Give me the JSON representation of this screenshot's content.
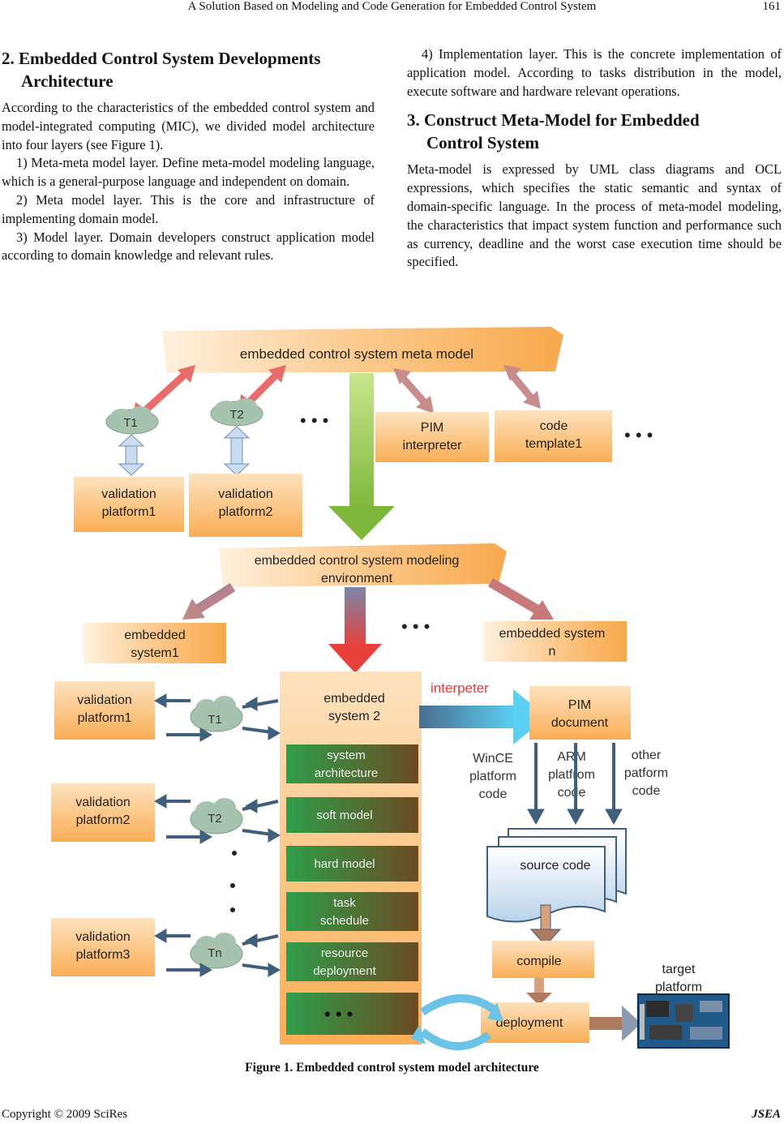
{
  "header": {
    "running_title": "A Solution Based on Modeling and Code Generation for Embedded Control System",
    "page_number": "161"
  },
  "left_column": {
    "heading_num": "2.",
    "heading_line1": "Embedded Control System Developments",
    "heading_line2": "Architecture",
    "para1": "According to the characteristics of the embedded control system and model-integrated computing (MIC), we divided model architecture into four layers (see Figure 1).",
    "item1": "1) Meta-meta model layer. Define meta-model modeling language, which is a general-purpose language and independent on domain.",
    "item2": "2) Meta model layer. This is the core and infrastructure of implementing domain model.",
    "item3": "3) Model layer. Domain developers construct application model according to domain knowledge and relevant rules."
  },
  "right_column": {
    "item4": "4) Implementation layer. This is the concrete implementation of application model. According to tasks distribution in the model, execute software and hardware relevant operations.",
    "heading_num": "3.",
    "heading_line1": "Construct Meta-Model for Embedded",
    "heading_line2": "Control System",
    "para": "Meta-model is expressed by UML class diagrams and OCL expressions, which specifies the static semantic and syntax of domain-specific language. In the process of meta-model modeling, the characteristics that impact system function and performance such as currency, deadline and the worst case execution time should be specified."
  },
  "figure": {
    "meta_model": "embedded control system meta model",
    "t1": "T1",
    "t2": "T2",
    "tn": "Tn",
    "dots": "• • •",
    "pim_interpreter_l1": "PIM",
    "pim_interpreter_l2": "interpreter",
    "code_template_l1": "code",
    "code_template_l2": "template1",
    "validation_top1_l1": "validation",
    "validation_top1_l2": "platform1",
    "validation_top2_l1": "validation",
    "validation_top2_l2": "platform2",
    "modeling_env_l1": "embedded control system modeling",
    "modeling_env_l2": "environment",
    "emb_sys1_l1": "embedded",
    "emb_sys1_l2": "system1",
    "emb_sysn_l1": "embedded system",
    "emb_sysn_l2": "n",
    "emb_sys2_l1": "embedded",
    "emb_sys2_l2": "system 2",
    "sub_arch_l1": "system",
    "sub_arch_l2": "architecture",
    "sub_soft": "soft model",
    "sub_hard": "hard model",
    "sub_task_l1": "task",
    "sub_task_l2": "schedule",
    "sub_res_l1": "resource",
    "sub_res_l2": "deployment",
    "val_left1_l1": "validation",
    "val_left1_l2": "platform1",
    "val_left2_l1": "validation",
    "val_left2_l2": "platform2",
    "val_left3_l1": "validation",
    "val_left3_l2": "platform3",
    "interpeter": "interpeter",
    "pim_doc_l1": "PIM",
    "pim_doc_l2": "document",
    "wince_l1": "WinCE",
    "wince_l2": "platform",
    "wince_l3": "code",
    "arm_l1": "ARM",
    "arm_l2": "platfrom",
    "arm_l3": "code",
    "other_l1": "other",
    "other_l2": "patform",
    "other_l3": "code",
    "source_code": "source code",
    "compile": "compile",
    "deployment": "deployment",
    "target_l1": "target",
    "target_l2": "platform"
  },
  "caption": "Figure 1. Embedded control system model architecture",
  "footer": {
    "copyright": "Copyright © 2009 SciRes",
    "journal": "JSEA"
  },
  "colors": {
    "orange_box": "#f9b25a",
    "orange_light": "#fde2bf",
    "green_arrow": "#8cc63f",
    "red_arrow": "#e8403a",
    "blue_arrow": "#2e9fd6",
    "dark_blue": "#3f5f7c",
    "cloud": "#9bbfa6"
  }
}
